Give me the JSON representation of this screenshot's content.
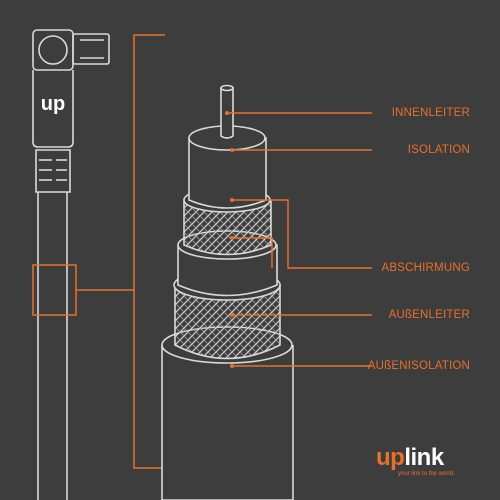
{
  "labels": {
    "innenleiter": "INNENLEITER",
    "isolation": "ISOLATION",
    "abschirmung": "ABSCHIRMUNG",
    "aussenleiter": "AUßENLEITER",
    "aussenisolation": "AUßENISOLATION"
  },
  "connector_mark": "up",
  "logo": {
    "prefix": "up",
    "suffix": "link",
    "tagline": "your link to the world."
  },
  "colors": {
    "background": "#3d3d3d",
    "accent": "#e8702a",
    "line": "#d9d9d9"
  }
}
